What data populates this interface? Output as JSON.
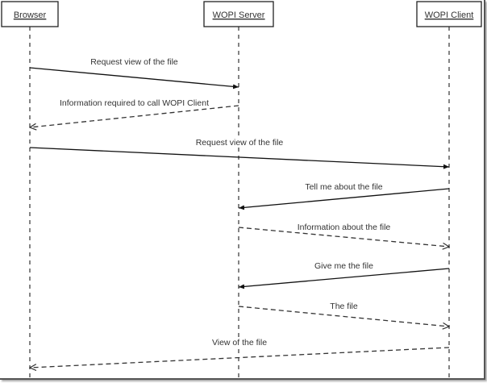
{
  "diagram": {
    "type": "sequence",
    "actors": [
      {
        "id": "browser",
        "label": "Browser"
      },
      {
        "id": "server",
        "label": "WOPI Server"
      },
      {
        "id": "client",
        "label": "WOPI Client"
      }
    ],
    "messages": [
      {
        "from": "browser",
        "to": "server",
        "label": "Request view of the file",
        "style": "solid"
      },
      {
        "from": "server",
        "to": "browser",
        "label": "Information required to call WOPI Client",
        "style": "dashed"
      },
      {
        "from": "browser",
        "to": "client",
        "label": "Request view of the file",
        "style": "solid"
      },
      {
        "from": "client",
        "to": "server",
        "label": "Tell me about the file",
        "style": "solid"
      },
      {
        "from": "server",
        "to": "client",
        "label": "Information about the file",
        "style": "dashed"
      },
      {
        "from": "client",
        "to": "server",
        "label": "Give me the file",
        "style": "solid"
      },
      {
        "from": "server",
        "to": "client",
        "label": "The file",
        "style": "dashed"
      },
      {
        "from": "client",
        "to": "browser",
        "label": "View of the file",
        "style": "dashed"
      }
    ]
  }
}
